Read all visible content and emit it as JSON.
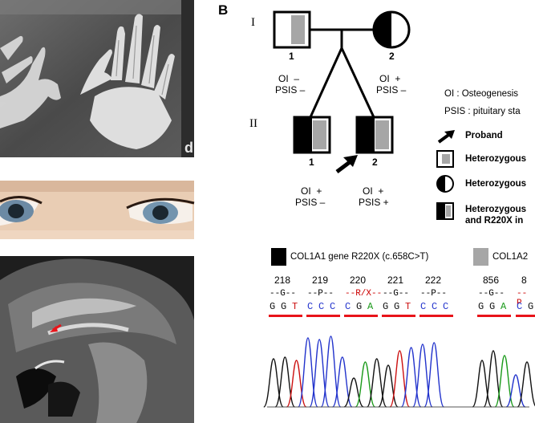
{
  "panel": {
    "label": "B"
  },
  "generations": [
    "I",
    "II"
  ],
  "individuals": [
    {
      "id": "I-1",
      "number": "1",
      "status_oi": "",
      "status_psis": ""
    },
    {
      "id": "I-2",
      "number": "2",
      "status_oi": "",
      "status_psis": ""
    },
    {
      "id": "II-1",
      "number": "1",
      "status_oi": "OI  +",
      "status_psis": "PSIS –"
    },
    {
      "id": "II-2",
      "number": "2",
      "status_oi": "OI  +",
      "status_psis": "PSIS +"
    }
  ],
  "parent_status": [
    {
      "oi": "OI  –",
      "psis": "PSIS –"
    },
    {
      "oi": "OI  +",
      "psis": "PSIS –"
    }
  ],
  "legend": {
    "oi_def": "OI : Osteogenesis",
    "psis_def": "PSIS : pituitary sta",
    "proband": "Proband",
    "het1": "Heterozygous",
    "het2": "Heterozygous",
    "het3_line1": "Heterozygous",
    "het3_line2": "and R220X in"
  },
  "genes": {
    "col1a1": "COL1A1 gene R220X (c.658C>T)",
    "col1a2": "COL1A2"
  },
  "codons": [
    {
      "num": "218",
      "top": "--G--",
      "bases": [
        "G",
        "G",
        "T"
      ],
      "top_color": "#000000"
    },
    {
      "num": "219",
      "top": "--P--",
      "bases": [
        "C",
        "C",
        "C"
      ],
      "top_color": "#000000"
    },
    {
      "num": "220",
      "top": "--R/X--",
      "bases": [
        "C",
        "G",
        "A"
      ],
      "top_color": "#cc0000"
    },
    {
      "num": "221",
      "top": "--G--",
      "bases": [
        "G",
        "G",
        "T"
      ],
      "top_color": "#000000"
    },
    {
      "num": "222",
      "top": "--P--",
      "bases": [
        "C",
        "C",
        "C"
      ],
      "top_color": "#000000"
    },
    {
      "num": "856",
      "top": "--G--",
      "bases": [
        "G",
        "G",
        "A"
      ],
      "top_color": "#000000"
    },
    {
      "num": "8",
      "top": "--P",
      "bases": [
        "C",
        "G"
      ],
      "top_color": "#cc0000"
    }
  ],
  "colors": {
    "A": "#1a9a1a",
    "C": "#2233cc",
    "G": "#111111",
    "T": "#cc1111",
    "underline": "#e8141a",
    "arrow_red": "#e8141a"
  }
}
